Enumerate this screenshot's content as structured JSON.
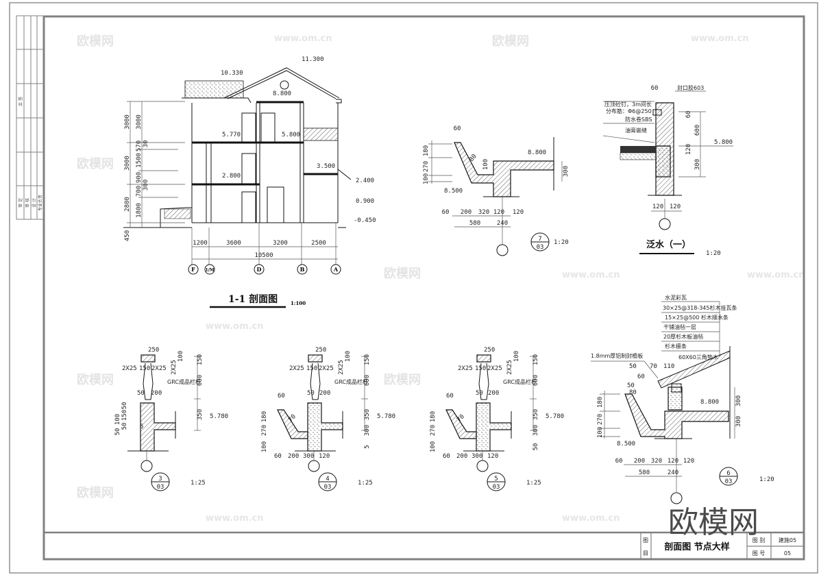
{
  "watermark": {
    "logo": "欧模网",
    "url": "www.om.cn"
  },
  "sidebar_strip": {
    "labels": [
      "会 签",
      "审 定",
      "审 核",
      "设 计",
      "专业负责"
    ]
  },
  "title_block": {
    "drawing_label_1": "图",
    "drawing_label_2": "目",
    "drawing_title": "剖面图 节点大样",
    "category_label": "图 别",
    "category_value": "建施05",
    "number_label": "图 号",
    "number_value": "05"
  },
  "section_1_1": {
    "title": "1-1 剖面图",
    "scale": "1:100",
    "elevations": [
      "10.330",
      "11.300",
      "8.800",
      "5.770",
      "5.800",
      "2.800",
      "3.500",
      "2.400",
      "0.900",
      "-0.450"
    ],
    "left_dims_outer": [
      "3000",
      "3000",
      "2800",
      "450"
    ],
    "left_dims_inner": [
      "3000",
      "570",
      "1500",
      "900",
      "700",
      "1800",
      "30",
      "300"
    ],
    "bottom_dims": [
      "1200",
      "3600",
      "3200",
      "2500"
    ],
    "total_dim": "10500",
    "axes": [
      "F",
      "1/M",
      "D",
      "B",
      "A"
    ]
  },
  "detail_7": {
    "number": "7",
    "sheet": "03",
    "scale": "1:20",
    "labels": [
      "60",
      "180",
      "270",
      "100",
      "80",
      "100",
      "8.800",
      "8.500",
      "300",
      "60",
      "200",
      "320",
      "120",
      "120",
      "580",
      "240"
    ]
  },
  "flashing_detail": {
    "title": "泛水（一）",
    "scale": "1:20",
    "labels": [
      "60",
      "封口胶603",
      "压顶砼钉，3m间长",
      "分布筋：Φ6@250",
      "防水卷SBS",
      "油膏嵌缝",
      "60",
      "600",
      "120",
      "300",
      "5.800",
      "120",
      "120"
    ]
  },
  "detail_3": {
    "number": "3",
    "sheet": "03",
    "scale": "1:25",
    "labels": [
      "250",
      "2X25",
      "150",
      "2X25",
      "2X25",
      "100",
      "150",
      "GRC成品栏杆",
      "600",
      "50",
      "200",
      "350",
      "5.780",
      "50",
      "150",
      "50",
      "100",
      "50",
      "5"
    ]
  },
  "detail_4": {
    "number": "4",
    "sheet": "03",
    "scale": "1:25",
    "labels": [
      "250",
      "2X25",
      "150",
      "2X25",
      "2X25",
      "100",
      "150",
      "GRC成品栏杆",
      "600",
      "50",
      "200",
      "60",
      "350",
      "5.780",
      "70",
      "180",
      "270",
      "300",
      "100",
      "60",
      "200",
      "300",
      "120",
      "5"
    ]
  },
  "detail_5": {
    "number": "5",
    "sheet": "03",
    "scale": "1:25",
    "labels": [
      "250",
      "2X25",
      "150",
      "2X25",
      "2X25",
      "100",
      "150",
      "GRC成品栏杆",
      "600",
      "50",
      "200",
      "60",
      "350",
      "5.780",
      "70",
      "180",
      "270",
      "300",
      "100",
      "60",
      "200",
      "300",
      "120",
      "50"
    ]
  },
  "detail_6": {
    "number": "6",
    "sheet": "03",
    "scale": "1:20",
    "layers": [
      "水泥彩瓦",
      "30×25@318-345杉木挂瓦条",
      "15×25@500 杉木顺水条",
      "干铺油毡一层",
      "20厚杉木板油毡",
      "杉木檩条"
    ],
    "note_flashing": "1.8mm厚铝制封檐板",
    "note_batten": "60X60三角垫木",
    "labels": [
      "50",
      "70",
      "110",
      "50",
      "60",
      "80",
      "180",
      "270",
      "100",
      "8.800",
      "8.500",
      "300",
      "300",
      "60",
      "200",
      "320",
      "120",
      "120",
      "580",
      "240"
    ]
  }
}
